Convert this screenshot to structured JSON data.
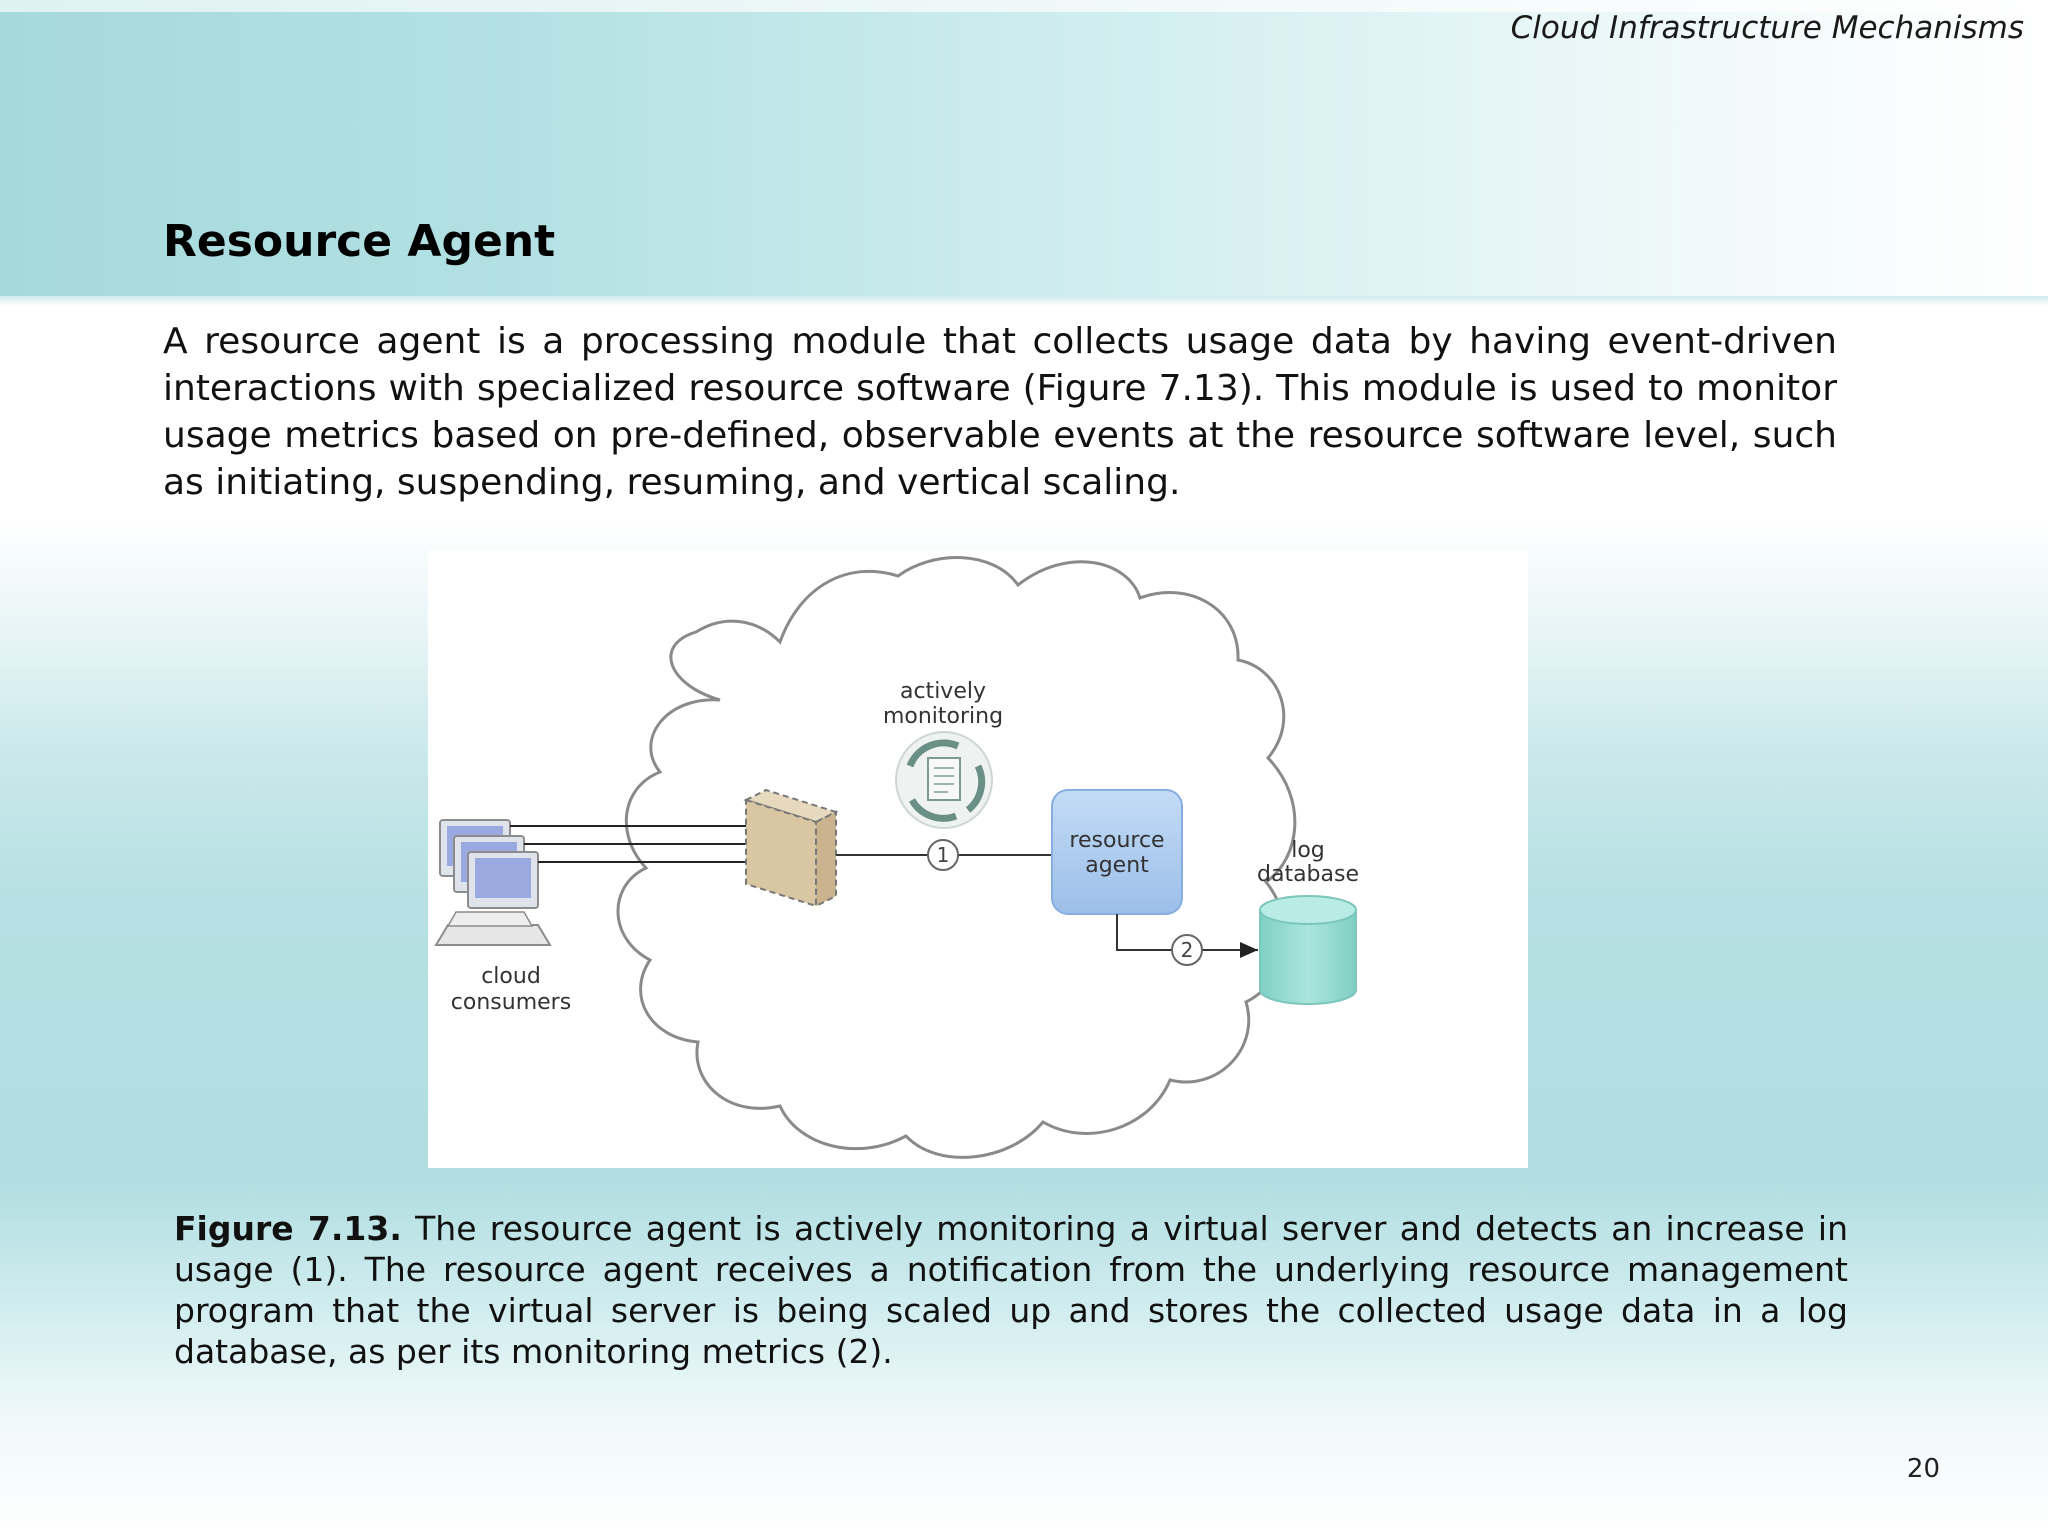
{
  "header": {
    "running_head": "Cloud Infrastructure Mechanisms",
    "title": "Resource Agent"
  },
  "body": {
    "paragraph": "A resource agent is a processing module that collects usage data by having event-driven interactions with specialized resource software (Figure 7.13). This module is used to monitor usage metrics based on pre-defined, observable events at the resource software level, such as initiating, suspending, resuming, and vertical scaling."
  },
  "figure": {
    "labels": {
      "actively_monitoring_line1": "actively",
      "actively_monitoring_line2": "monitoring",
      "resource_agent_line1": "resource",
      "resource_agent_line2": "agent",
      "log_database_line1": "log",
      "log_database_line2": "database",
      "cloud_consumers_line1": "cloud",
      "cloud_consumers_line2": "consumers",
      "step1": "1",
      "step2": "2"
    },
    "icons": [
      "cloud-icon",
      "computer-icon",
      "virtual-server-icon",
      "monitoring-cycle-icon",
      "resource-agent-icon",
      "database-icon"
    ],
    "colors": {
      "server_fill": "#d9c6a3",
      "agent_fill": "#a9c9ee",
      "database_fill": "#96dbd2"
    }
  },
  "caption": {
    "label": "Figure 7.13.",
    "text": "The resource agent is actively monitoring a virtual server and detects an increase in usage (1). The resource agent receives a notification from the underlying resource management program that the virtual server is being scaled up and stores the collected usage data in a log database, as per its monitoring metrics (2)."
  },
  "footer": {
    "page_number": "20"
  }
}
